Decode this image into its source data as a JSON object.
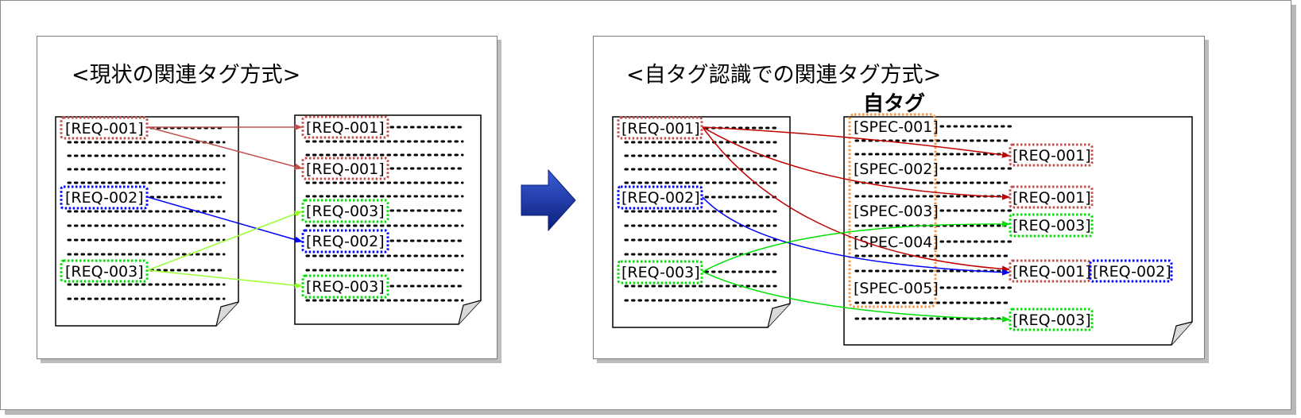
{
  "left_panel": {
    "title": "<現状の関連タグ方式>",
    "doc1_tags": [
      "[REQ-001]",
      "[REQ-002]",
      "[REQ-003]"
    ],
    "doc2_tags": [
      "[REQ-001]",
      "[REQ-001]",
      "[REQ-003]",
      "[REQ-002]",
      "[REQ-003]"
    ]
  },
  "right_panel": {
    "title": "<自タグ認識での関連タグ方式>",
    "self_tag_label": "自タグ",
    "doc1_tags": [
      "[REQ-001]",
      "[REQ-002]",
      "[REQ-003]"
    ],
    "spec_tags": [
      "[SPEC-001]",
      "[SPEC-002]",
      "[SPEC-003]",
      "[SPEC-004]",
      "[SPEC-005]"
    ],
    "related_tags": [
      "[REQ-001]",
      "[REQ-001]",
      "[REQ-003]",
      "[REQ-001]",
      "[REQ-002]",
      "[REQ-003]"
    ]
  },
  "colors": {
    "req001": "#c0504d",
    "req002": "#0000ff",
    "req003": "#00ff00",
    "req003_light": "#99ff44",
    "self_tag": "#f79646",
    "arrow_shape": "#1f3b99"
  }
}
